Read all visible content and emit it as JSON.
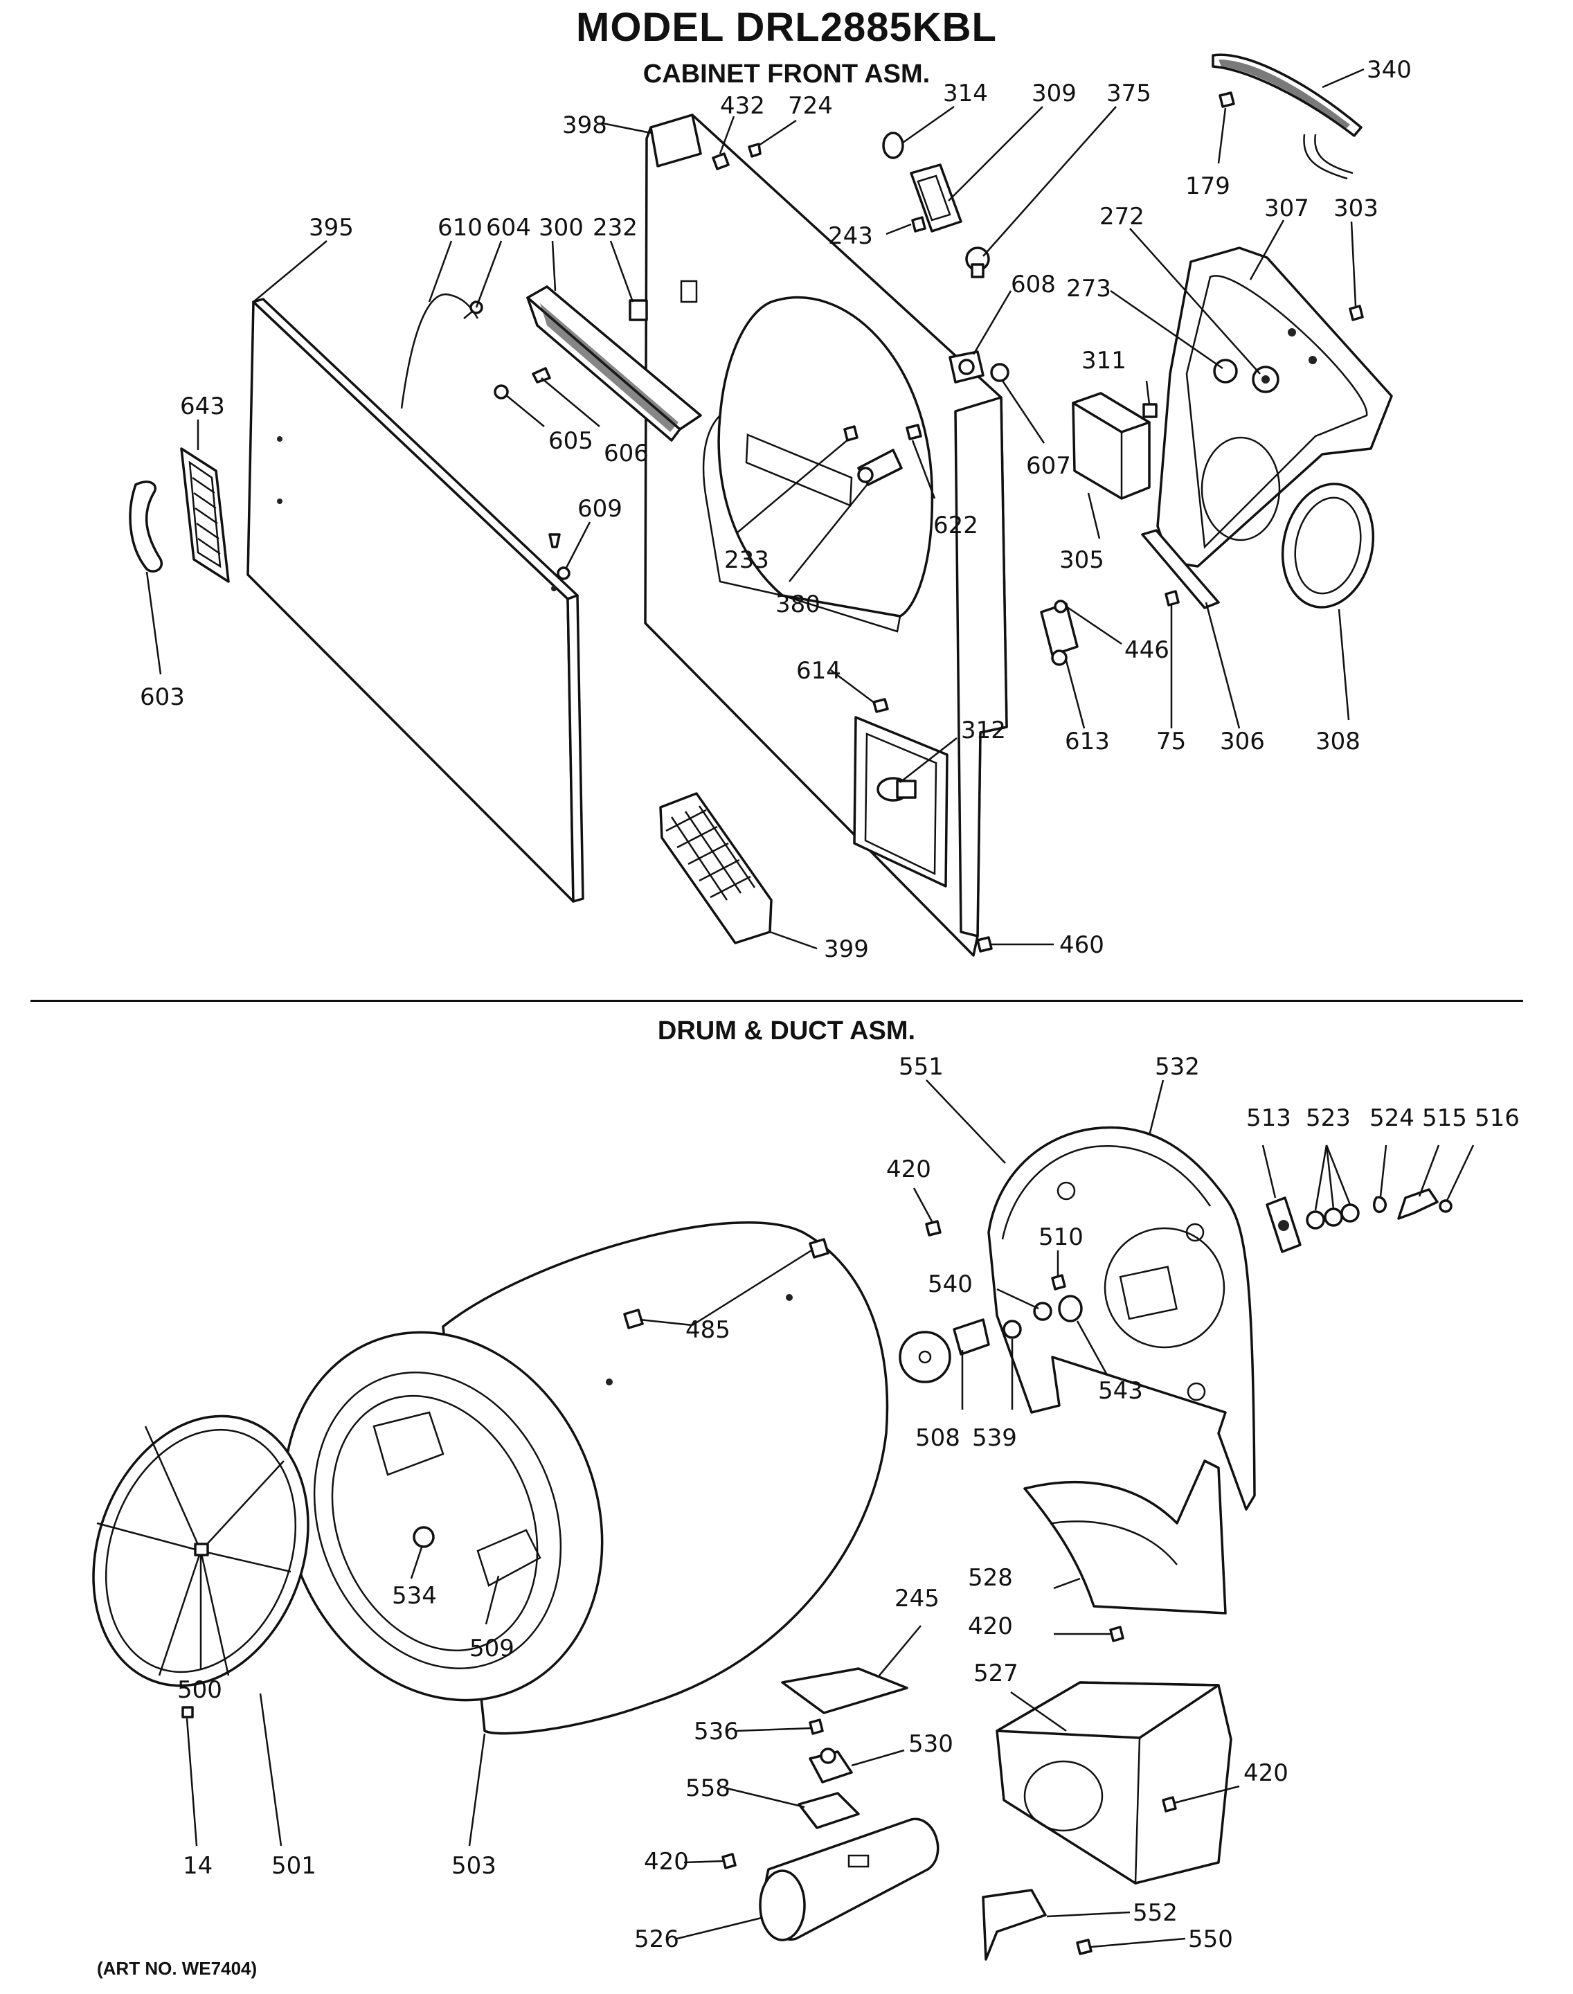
{
  "model_title": "MODEL DRL2885KBL",
  "sections": {
    "cabinet_front": "CABINET FRONT ASM.",
    "drum_duct": "DRUM & DUCT ASM."
  },
  "art_no": "(ART NO. WE7404)",
  "callouts": {
    "c398": "398",
    "c432": "432",
    "c724": "724",
    "c314": "314",
    "c309": "309",
    "c375": "375",
    "c340": "340",
    "c179": "179",
    "c307": "307",
    "c303": "303",
    "c272": "272",
    "c273": "273",
    "c311": "311",
    "c305": "305",
    "c308": "308",
    "c306": "306",
    "c75": "75",
    "c613": "613",
    "c446": "446",
    "c607": "607",
    "c608": "608",
    "c243": "243",
    "c395": "395",
    "c610": "610",
    "c604": "604",
    "c300": "300",
    "c232": "232",
    "c643": "643",
    "c605": "605",
    "c606": "606",
    "c609": "609",
    "c603": "603",
    "c233": "233",
    "c380": "380",
    "c622": "622",
    "c614": "614",
    "c312": "312",
    "c399": "399",
    "c460": "460",
    "c551": "551",
    "c532": "532",
    "c513": "513",
    "c523": "523",
    "c524": "524",
    "c515": "515",
    "c516": "516",
    "c420a": "420",
    "c510": "510",
    "c540": "540",
    "c543": "543",
    "c485": "485",
    "c508": "508",
    "c539": "539",
    "c528": "528",
    "c420b": "420",
    "c245": "245",
    "c527": "527",
    "c420c": "420",
    "c534": "534",
    "c509": "509",
    "c500": "500",
    "c536": "536",
    "c530": "530",
    "c558": "558",
    "c420d": "420",
    "c14": "14",
    "c501": "501",
    "c503": "503",
    "c526": "526",
    "c552": "552",
    "c550": "550"
  }
}
